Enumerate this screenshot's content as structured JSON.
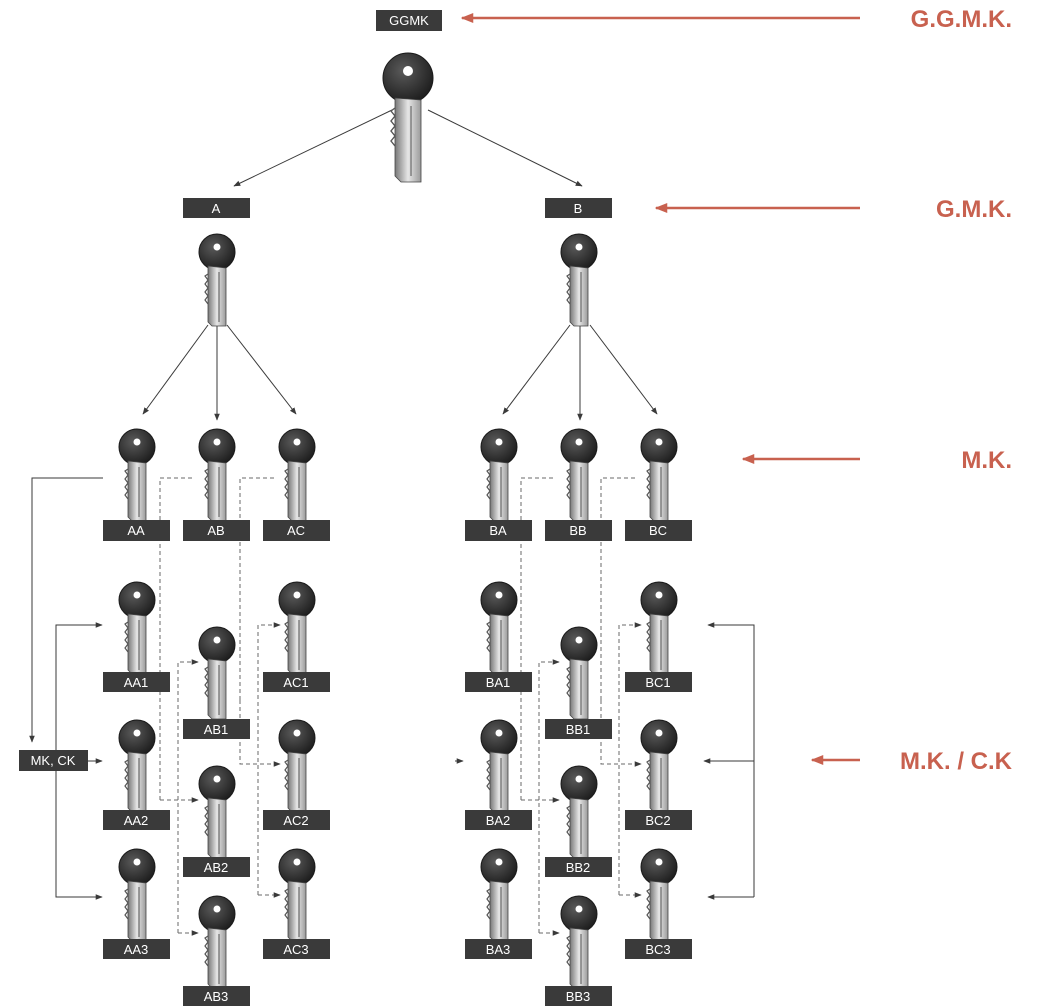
{
  "colors": {
    "label_bg": "#3a3a3a",
    "label_text": "#ffffff",
    "level_accent": "#c8614f",
    "line": "#3a3a3a",
    "key_head": "#2d2d2d"
  },
  "levels": {
    "ggmk": "G.G.M.K.",
    "gmk": "G.M.K.",
    "mk": "M.K.",
    "mk_ck": "M.K. / C.K"
  },
  "keys": {
    "GGMK": "GGMK",
    "A": "A",
    "B": "B",
    "AA": "AA",
    "AB": "AB",
    "AC": "AC",
    "BA": "BA",
    "BB": "BB",
    "BC": "BC",
    "AA1": "AA1",
    "AA2": "AA2",
    "AA3": "AA3",
    "AB1": "AB1",
    "AB2": "AB2",
    "AB3": "AB3",
    "AC1": "AC1",
    "AC2": "AC2",
    "AC3": "AC3",
    "BA1": "BA1",
    "BA2": "BA2",
    "BA3": "BA3",
    "BB1": "BB1",
    "BB2": "BB2",
    "BB3": "BB3",
    "BC1": "BC1",
    "BC2": "BC2",
    "BC3": "BC3",
    "MKCK": "MK, CK"
  }
}
